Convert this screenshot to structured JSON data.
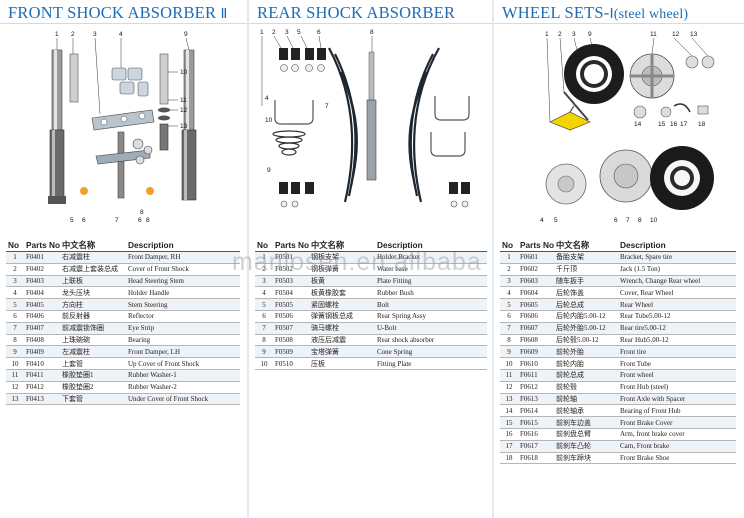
{
  "sections": [
    {
      "title": "FRONT SHOCK ABSORBER",
      "title_suffix": "Ⅱ",
      "diagram_labels": [
        "1",
        "2",
        "3",
        "4",
        "5",
        "6",
        "7",
        "8",
        "9",
        "10",
        "11",
        "12",
        "13",
        "6",
        "8"
      ],
      "headers": [
        "No",
        "Parts No",
        "中文名称",
        "Description"
      ],
      "rows": [
        [
          "1",
          "F0401",
          "右减震柱",
          "Front Damper, RH"
        ],
        [
          "2",
          "F0402",
          "右减震上套装总成",
          "Cover of Front Shock"
        ],
        [
          "3",
          "F0403",
          "上联板",
          "Head Steering Stem"
        ],
        [
          "4",
          "F0404",
          "龙头压块",
          "Holder Handle"
        ],
        [
          "5",
          "F0405",
          "方向柱",
          "Stem Steering"
        ],
        [
          "6",
          "F0406",
          "前反射器",
          "Reflector"
        ],
        [
          "7",
          "F0407",
          "前减震锁饰圈",
          "Eye Strip"
        ],
        [
          "8",
          "F0408",
          "上珠碗碗",
          "Bearing"
        ],
        [
          "9",
          "F0409",
          "左减震柱",
          "Front Damper, LH"
        ],
        [
          "10",
          "F0410",
          "上套管",
          "Up Cover of Front Shock"
        ],
        [
          "11",
          "F0411",
          "橡胶垫圈1",
          "Rubber Washer-1"
        ],
        [
          "12",
          "F0412",
          "橡胶垫圈2",
          "Rubber Washer-2"
        ],
        [
          "13",
          "F0413",
          "下套管",
          "Under Cover of Front Shock"
        ]
      ]
    },
    {
      "title": "REAR SHOCK ABSORBER",
      "title_suffix": "",
      "diagram_labels": [
        "1",
        "2",
        "3",
        "4",
        "5",
        "6",
        "7",
        "8",
        "9",
        "10"
      ],
      "headers": [
        "No",
        "Parts No",
        "中文名称",
        "Description"
      ],
      "rows": [
        [
          "1",
          "F0501",
          "钢板支架",
          "Holder Bracket"
        ],
        [
          "2",
          "F0502",
          "钢板弹簧",
          "Water base"
        ],
        [
          "3",
          "F0503",
          "板黄",
          "Plate Fitting"
        ],
        [
          "4",
          "F0504",
          "板黄橡胶套",
          "Rubber Bush"
        ],
        [
          "5",
          "F0505",
          "紧固螺栓",
          "Bolt"
        ],
        [
          "6",
          "F0506",
          "弹簧钢板总成",
          "Rear Spring Assy"
        ],
        [
          "7",
          "F0507",
          "骑马螺栓",
          "U-Bolt"
        ],
        [
          "8",
          "F0508",
          "液压后减震",
          "Rear shock absorber"
        ],
        [
          "9",
          "F0509",
          "宝塔弹簧",
          "Cone Spring"
        ],
        [
          "10",
          "F0510",
          "压板",
          "Fitting Plate"
        ]
      ]
    },
    {
      "title": "WHEEL SETS-",
      "title_suffix": "Ⅰ(steel wheel)",
      "diagram_labels": [
        "1",
        "2",
        "3",
        "4",
        "5",
        "6",
        "7",
        "8",
        "9",
        "10",
        "11",
        "12",
        "13",
        "14",
        "15",
        "16",
        "17",
        "18"
      ],
      "headers": [
        "No",
        "Parts No",
        "中文名称",
        "Description"
      ],
      "rows": [
        [
          "1",
          "F0601",
          "备胎支架",
          "Bracket, Spare tire"
        ],
        [
          "2",
          "F0602",
          "千斤顶",
          "Jack (1.5 Ton)"
        ],
        [
          "3",
          "F0603",
          "随车扳手",
          "Wrench, Change Rear wheel"
        ],
        [
          "4",
          "F0604",
          "后轮饰盖",
          "Cover, Rear Wheel"
        ],
        [
          "5",
          "F0605",
          "后轮总成",
          "Rear Wheel"
        ],
        [
          "6",
          "F0606",
          "后轮内胎5.00-12",
          "Rear Tube5.00-12"
        ],
        [
          "7",
          "F0607",
          "后轮外胎5.00-12",
          "Rear tire5.00-12"
        ],
        [
          "8",
          "F0608",
          "后轮毂5.00-12",
          "Rear Hub5.00-12"
        ],
        [
          "9",
          "F0609",
          "前轮外胎",
          "Front tire"
        ],
        [
          "10",
          "F0610",
          "前轮内胎",
          "Front Tube"
        ],
        [
          "11",
          "F0611",
          "前轮总成",
          "Front wheel"
        ],
        [
          "12",
          "F0612",
          "前轮毂",
          "Front Hub (steel)"
        ],
        [
          "13",
          "F0613",
          "前轮轴",
          "Front Axle with Spacer"
        ],
        [
          "14",
          "F0614",
          "前轮轴承",
          "Bearing of Front Hub"
        ],
        [
          "15",
          "F0615",
          "前刹车边盖",
          "Front Brake Cover"
        ],
        [
          "16",
          "F0616",
          "前刹盘总臂",
          "Arm, front brake cover"
        ],
        [
          "17",
          "F0617",
          "前刹车凸轮",
          "Cam, Front brake"
        ],
        [
          "18",
          "F0618",
          "前刹车蹄块",
          "Front Brake Shoe"
        ]
      ]
    }
  ],
  "watermark": "manlosen.en.alibaba",
  "colors": {
    "title": "#1d6db6",
    "row_alt": "#eef3f8",
    "reflector": "#f0a030"
  }
}
